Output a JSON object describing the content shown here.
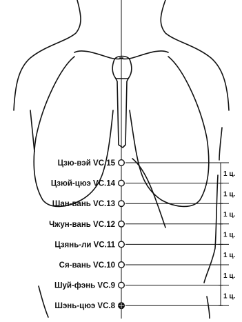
{
  "diagram": {
    "colors": {
      "ink": "#111111",
      "background": "#ffffff"
    },
    "acupoints": [
      {
        "label": "Цзю-вэй VC.15",
        "filled": false
      },
      {
        "label": "Цзюй-цюэ VC.14",
        "filled": false
      },
      {
        "label": "Шан-вань VC.13",
        "filled": false
      },
      {
        "label": "Чжун-вань VC.12",
        "filled": false
      },
      {
        "label": "Цзянь-ли VC.11",
        "filled": false
      },
      {
        "label": "Ся-вань VC.10",
        "filled": false
      },
      {
        "label": "Шуй-фэнь VC.9",
        "filled": false
      },
      {
        "label": "Шэнь-цюэ VC.8",
        "filled": true
      }
    ],
    "interval_unit": "1 ц."
  }
}
